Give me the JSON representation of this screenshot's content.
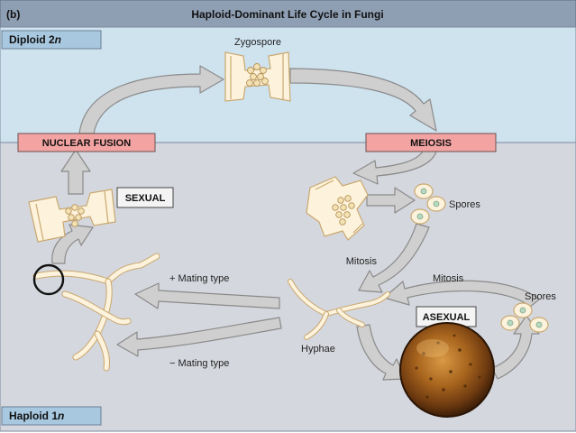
{
  "header": {
    "panel_letter": "(b)",
    "title": "Haploid-Dominant Life Cycle in Fungi"
  },
  "regions": {
    "diploid": {
      "label_prefix": "Diploid 2",
      "label_italic": "n"
    },
    "haploid": {
      "label_prefix": "Haploid 1",
      "label_italic": "n"
    }
  },
  "stages": {
    "nuclear_fusion": "NUCLEAR FUSION",
    "meiosis": "MEIOSIS",
    "sexual": "SEXUAL",
    "asexual": "ASEXUAL"
  },
  "labels": {
    "zygospore": "Zygospore",
    "spores_top": "Spores",
    "spores_right": "Spores",
    "mitosis_left": "Mitosis",
    "mitosis_right": "Mitosis",
    "hyphae": "Hyphae",
    "plus_mating": "+ Mating type",
    "minus_mating": "− Mating type"
  },
  "colors": {
    "header_bg": "#8f9fb3",
    "diploid_bg": "#cfe3ef",
    "haploid_bg": "#d5d7de",
    "label_tag_bg": "#a8c8e0",
    "stage_box_bg": "#f3a4a2",
    "arrow_fill": "#cfcfcf",
    "arrow_stroke": "#8a8a8a",
    "cell_fill": "#fdf3dc",
    "cell_stroke": "#c9a870",
    "nucleus_fill": "#f2e2b4"
  }
}
